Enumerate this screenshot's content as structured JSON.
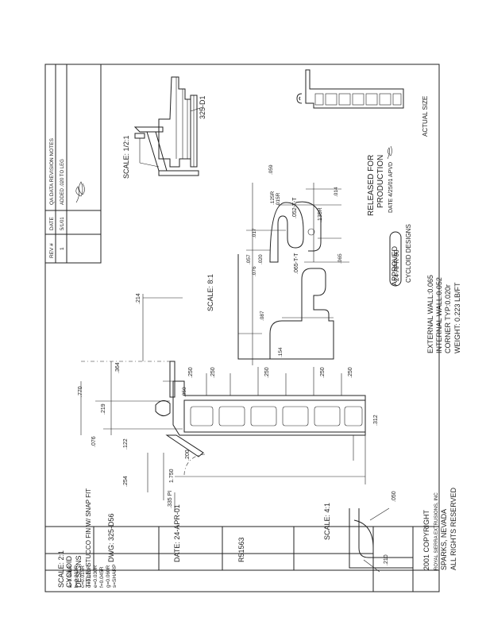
{
  "title_block": {
    "company": [
      "CYCLOID",
      "DESIGNS"
    ],
    "dwg": "DWG: 325-D56",
    "date": "DATE: 24-APR-01",
    "part_no": "R51563",
    "title": "TITLE: STUCCO FIN W/ SNAP FIT",
    "copyright": "2001 COPYRIGHT",
    "company_line": "ROYAL SIERRA EXTRUSIONS, INC",
    "city": "SPARKS, NEVADA",
    "rights": "ALL RIGHTS RESERVED",
    "specs": [
      "EXTERNAL WALL:0.065",
      "INTERNAL WALL:0.052",
      "CORNER TYP:0.020r",
      "WEIGHT: 0.223 LB/FT"
    ],
    "actual_size": "ACTUAL SIZE"
  },
  "approval": {
    "approved": "APPROVED",
    "date": "24-APR-00",
    "by": "CYCLOID DESIGNS",
    "released": [
      "RELEASED FOR",
      "PRODUCTION"
    ],
    "released_date": "DATE 4/25/01 APVD"
  },
  "revision_table": {
    "headers": [
      "REV #",
      "DATE",
      "QA DATA REVISION NOTES"
    ],
    "rows": [
      [
        "1",
        "5/1/01",
        "ADDED .020 TO LEG"
      ]
    ]
  },
  "radius_legend": {
    "title": "SCALE: 2:1",
    "items": [
      "a=0.006R",
      "b=0.012R",
      "c=0.015R",
      "d=0.020R",
      "e=0.030R",
      "f=0.045R",
      "g=0.060R",
      "s=SHARP"
    ]
  },
  "scales": {
    "assembly": "SCALE: 1/2:1",
    "detail": "SCALE: 8:1",
    "corner": "SCALE: 4:1"
  },
  "detail_labels": {
    "assembly_part": "325-D1",
    "radius_135": ".135R",
    "radius_015": ".015R",
    "wall_052": ".052-T-T",
    "wall_065": ".065-T-T",
    "dim_125": ".125R",
    "dim_014": ".014",
    "dim_059": ".059",
    "dim_017": ".017",
    "dim_057": ".057",
    "dim_020": ".020",
    "dim_076": ".076",
    "dim_087": ".087",
    "dim_154": ".154",
    "dim_065b": ".065"
  },
  "main_dims": {
    "overall": ".770",
    "d364": ".364",
    "d214": ".214",
    "d219": ".219",
    "d076": ".076",
    "d122": ".122",
    "d254": ".254",
    "d335": ".335 PI",
    "d1750": "1.750",
    "d250a": ".250",
    "d250b": ".250",
    "d250c": ".250",
    "d250d": ".250",
    "d250e": ".250",
    "d312": ".312",
    "d050": ".050",
    "d200": ".200",
    "corner_050": ".050",
    "corner_210": ".210"
  }
}
